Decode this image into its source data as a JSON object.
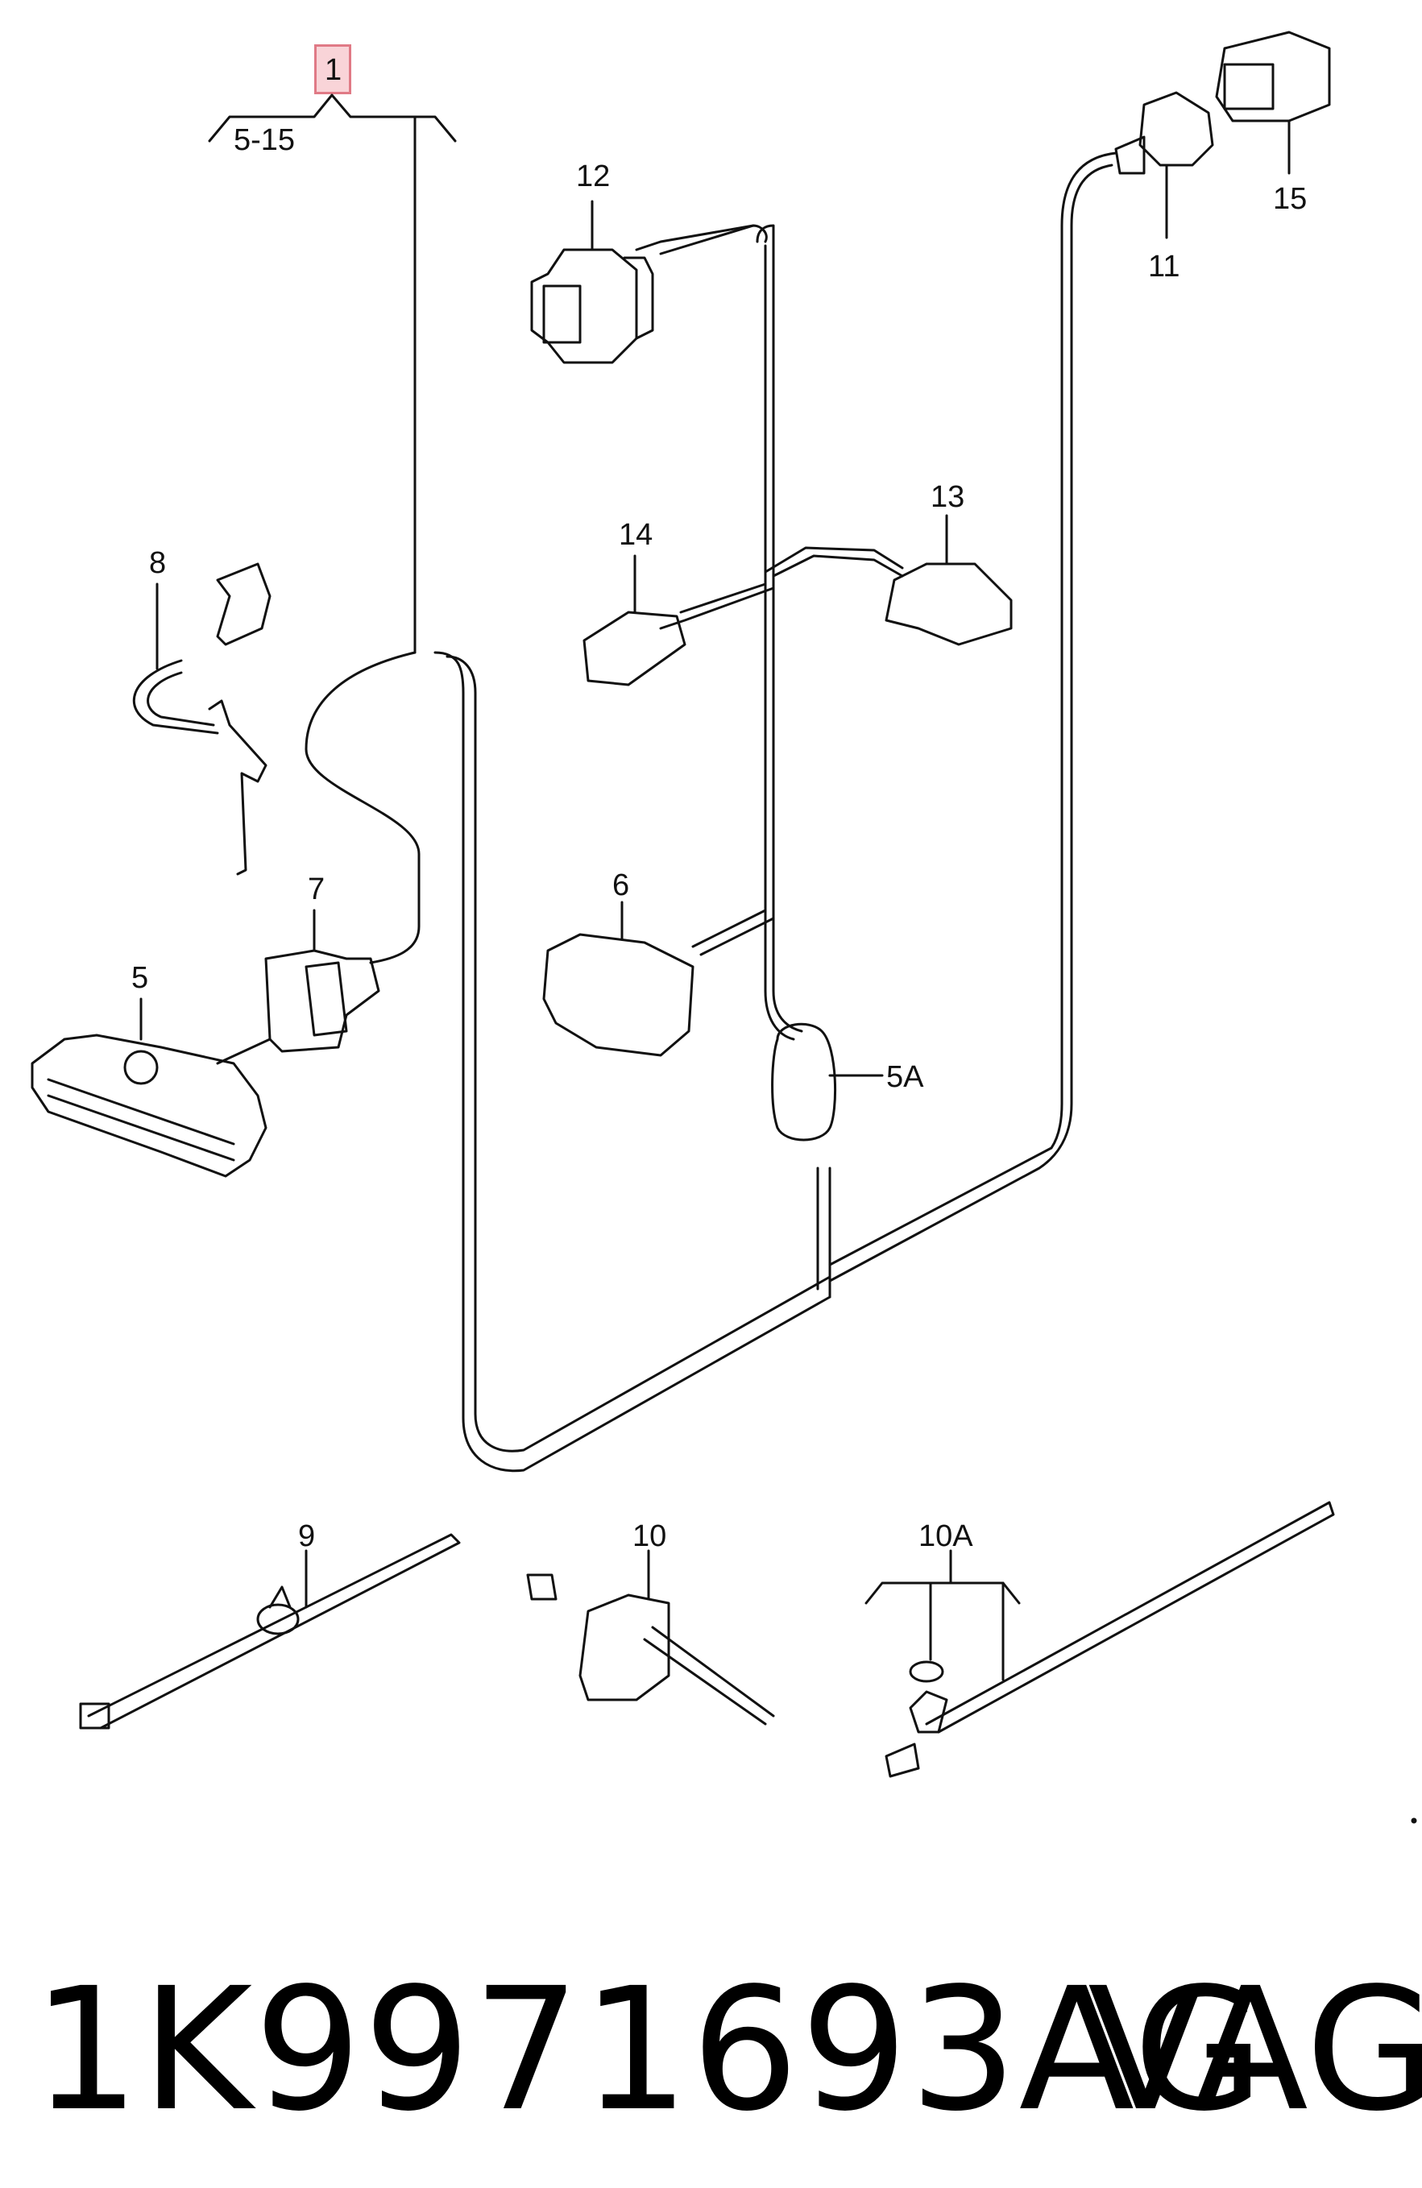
{
  "callouts": {
    "c1": "1",
    "c5_15": "5-15",
    "c12": "12",
    "c15": "15",
    "c11": "11",
    "c13": "13",
    "c14": "14",
    "c8": "8",
    "c7": "7",
    "c5": "5",
    "c6": "6",
    "c5a": "5A",
    "c9": "9",
    "c10": "10",
    "c10a": "10A"
  },
  "footer": {
    "part_number": "1K9971693AG",
    "brand": "VAG"
  },
  "colors": {
    "highlight_fill": "#f9d4d8",
    "highlight_border": "#e07a86",
    "line": "#111111"
  }
}
